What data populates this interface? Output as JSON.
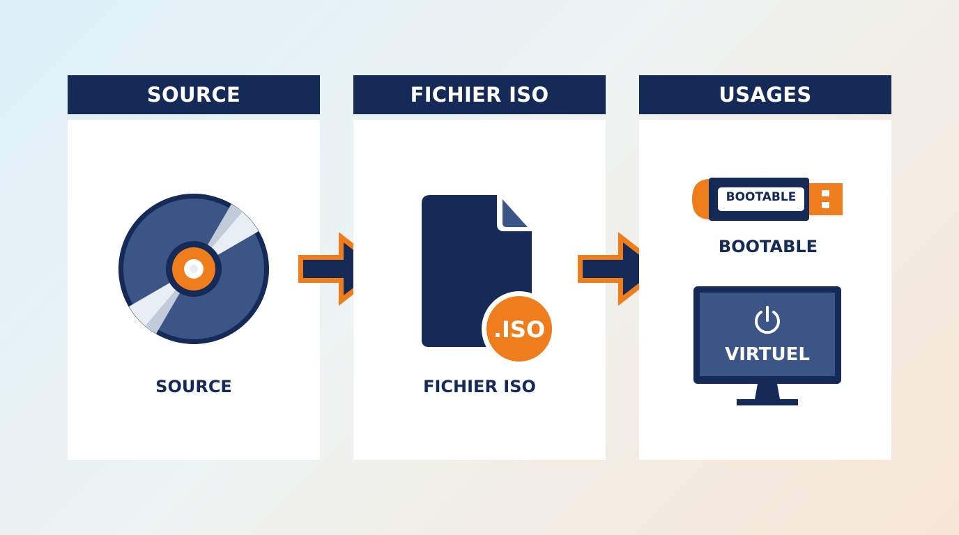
{
  "colors": {
    "navy": "#152a57",
    "orange": "#f07d1c",
    "white": "#ffffff"
  },
  "panels": [
    {
      "header": "SOURCE",
      "caption": "SOURCE",
      "icon": "disc-icon"
    },
    {
      "header": "FICHIER ISO",
      "caption": "FICHIER ISO",
      "icon": "file-icon",
      "badge": ".ISO"
    },
    {
      "header": "USAGES",
      "usb": {
        "icon": "usb-drive-icon",
        "label": "BOOTABLE",
        "caption": "BOOTABLE"
      },
      "monitor": {
        "icon": "monitor-icon",
        "power_icon": "power-icon",
        "label": "VIRTUEL"
      }
    }
  ],
  "arrows": [
    "arrow-right-icon",
    "arrow-right-icon"
  ]
}
